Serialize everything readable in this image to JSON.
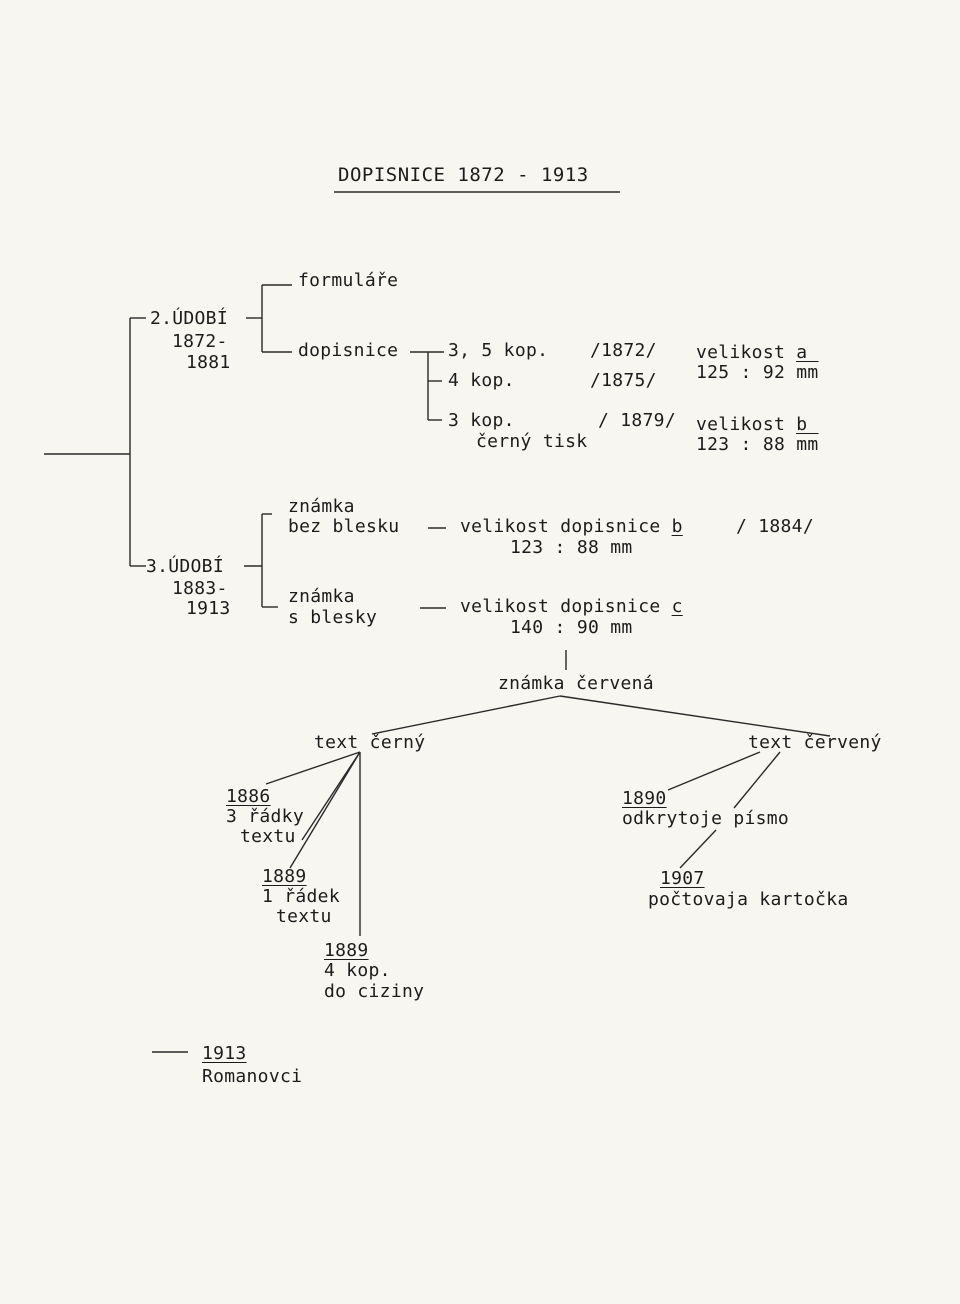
{
  "title": "DOPISNICE   1872 - 1913",
  "period2": {
    "label": "2.ÚDOBÍ",
    "years_a": "1872-",
    "years_b": "1881",
    "formulare": "formuláře",
    "dopisnice": "dopisnice",
    "row1": "3, 5 kop.",
    "row1_year": "/1872/",
    "row2": "4 kop.",
    "row2_year": "/1875/",
    "row3": "3 kop.",
    "row3_year": "/ 1879/",
    "row3_sub": "černý tisk",
    "size_a_label": "velikost",
    "size_a_letter": "a",
    "size_a_value": "125 : 92",
    "size_a_unit": "mm",
    "size_b_label": "velikost",
    "size_b_letter": "b",
    "size_b_value": "123 : 88",
    "size_b_unit": "mm"
  },
  "period3": {
    "label": "3.ÚDOBÍ",
    "years_a": "1883-",
    "years_b": "1913",
    "stamp1_a": "známka",
    "stamp1_b": "bez blesku",
    "stamp1_size": "velikost dopisnice",
    "stamp1_letter": "b",
    "stamp1_year": "/ 1884/",
    "stamp1_dims": "123 : 88 mm",
    "stamp2_a": "známka",
    "stamp2_b": "s blesky",
    "stamp2_size": "velikost dopisnice",
    "stamp2_letter": "c",
    "stamp2_dims": "140 : 90 mm",
    "red_stamp": "známka červená"
  },
  "black_text": {
    "label": "text černý",
    "n1_year": "1886",
    "n1_a": "3 řádky",
    "n1_b": "textu",
    "n2_year": "1889",
    "n2_a": "1 řádek",
    "n2_b": "textu",
    "n3_year": "1889",
    "n3_a": "4 kop.",
    "n3_b": "do ciziny"
  },
  "red_text": {
    "label": "text červený",
    "n1_year": "1890",
    "n1_a": "odkrytoje písmo",
    "n2_year": "1907",
    "n2_a": "počtovaja kartočka"
  },
  "footer": {
    "year": "1913",
    "label": "Romanovci"
  }
}
